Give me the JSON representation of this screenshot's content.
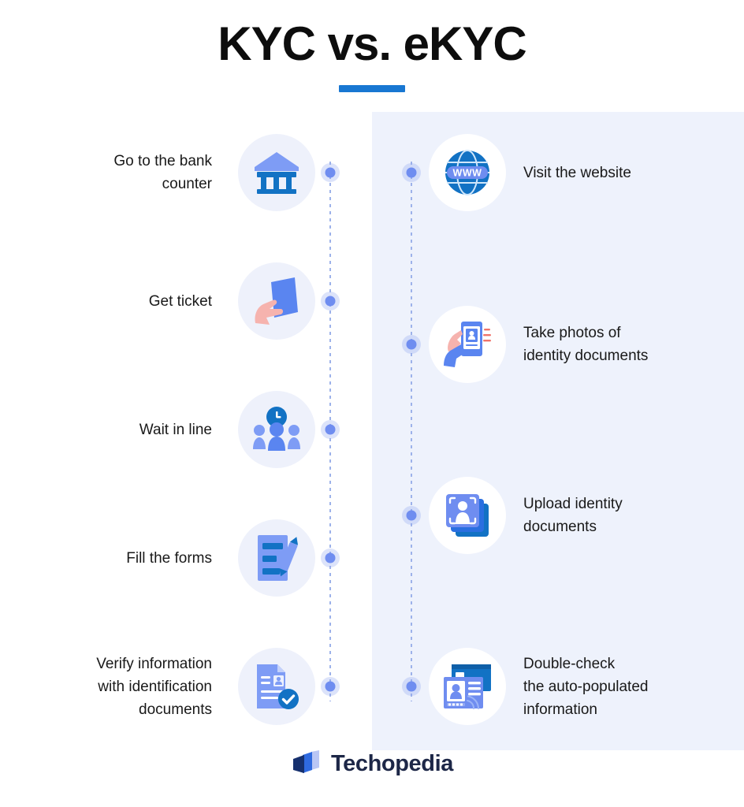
{
  "header": {
    "title": "KYC vs. eKYC",
    "accent_color": "#1877d2"
  },
  "theme": {
    "page_background": "#ffffff",
    "right_panel_background": "#eef2fc",
    "left_bubble_background": "#eef1fb",
    "right_bubble_background": "#ffffff",
    "node_color": "#6f8df0",
    "rail_color": "#9db2ea",
    "text_color": "#191919",
    "icon_blue_dark": "#1272c4",
    "icon_blue_mid": "#3f79e8",
    "icon_blue_light": "#7e9cf5",
    "icon_pink": "#f6b3ae"
  },
  "kyc_column": {
    "name": "KYC",
    "steps": [
      {
        "label": "Go to the bank\ncounter",
        "icon": "bank-icon"
      },
      {
        "label": "Get ticket",
        "icon": "ticket-in-hand-icon"
      },
      {
        "label": "Wait in line",
        "icon": "queue-clock-icon"
      },
      {
        "label": "Fill the forms",
        "icon": "form-pencil-icon"
      },
      {
        "label": "Verify information\nwith identification\ndocuments",
        "icon": "verified-document-icon"
      }
    ]
  },
  "ekyc_column": {
    "name": "eKYC",
    "steps": [
      {
        "label": "Visit the website",
        "icon": "globe-www-icon"
      },
      {
        "label": "Take photos of\nidentity documents",
        "icon": "phone-photo-id-icon"
      },
      {
        "label": "Upload identity\ndocuments",
        "icon": "stacked-id-cards-icon"
      },
      {
        "label": "Double-check\nthe auto-populated\ninformation",
        "icon": "web-form-id-icon"
      }
    ]
  },
  "footer": {
    "brand": "Techopedia",
    "logo_icon": "techopedia-logo-mark"
  }
}
